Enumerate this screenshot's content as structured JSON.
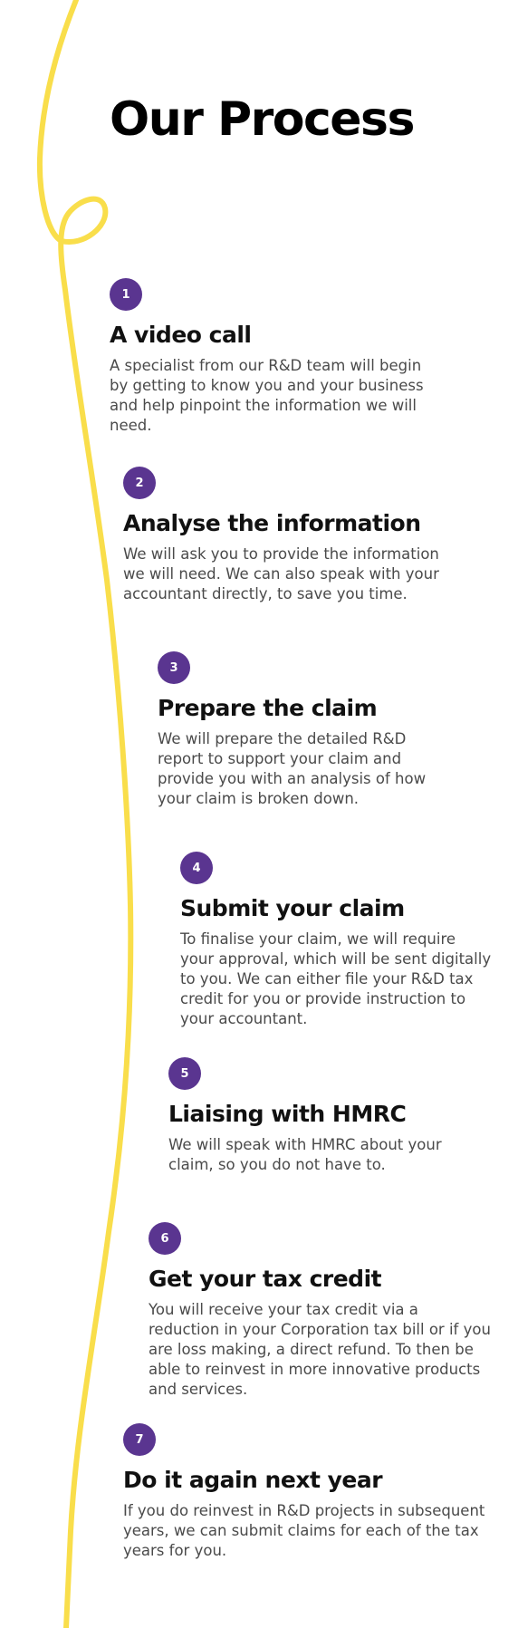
{
  "page": {
    "title": "Our Process"
  },
  "colors": {
    "accent": "#5a3590",
    "curve": "#f9de4b",
    "text": "#111111",
    "body_text": "#4a4a4a"
  },
  "steps": [
    {
      "number": "1",
      "title": "A video call",
      "description": "A specialist from our R&D team will begin by getting to know you and your business and help pinpoint the information we will need."
    },
    {
      "number": "2",
      "title": "Analyse the information",
      "description": "We will ask you to provide the information we will need. We can also speak with your accountant directly, to save you time."
    },
    {
      "number": "3",
      "title": "Prepare the claim",
      "description": "We will prepare the detailed R&D report to support your claim and provide you with an analysis of how your claim is broken down."
    },
    {
      "number": "4",
      "title": "Submit your claim",
      "description": "To finalise your claim, we will require your approval, which will be sent digitally to you. We can either file your R&D tax credit for you or provide instruction to your accountant."
    },
    {
      "number": "5",
      "title": "Liaising with HMRC",
      "description": "We will speak with HMRC about your claim, so you do not have to."
    },
    {
      "number": "6",
      "title": "Get your tax credit",
      "description": "You will receive your tax credit via a reduction in your Corporation tax bill or if you are loss making, a direct refund. To then be able to reinvest in more innovative products and services."
    },
    {
      "number": "7",
      "title": "Do it again next year",
      "description": "If you do reinvest in R&D projects in subsequent years, we can submit claims for each of the tax years for you."
    }
  ]
}
